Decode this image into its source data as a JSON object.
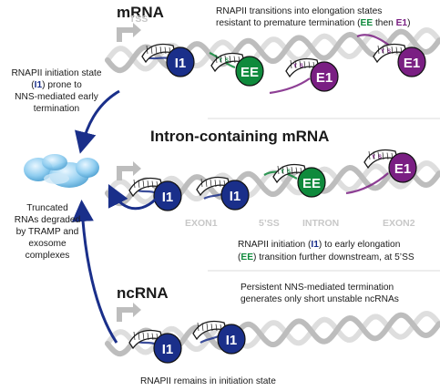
{
  "sections": {
    "mrna": {
      "title": "mRNA",
      "caption_line1": "RNAPII transitions into elongation states",
      "caption_line2_pre": "resistant to premature termination (",
      "caption_ee": "EE",
      "caption_mid": " then ",
      "caption_e1": "E1",
      "caption_post": ")"
    },
    "intron": {
      "title": "Intron-containing mRNA",
      "caption_l1_pre": "RNAPII initiation (",
      "caption_i1": "I1",
      "caption_l1_post": ") to early elongation",
      "caption_l2_pre": "(",
      "caption_ee": "EE",
      "caption_l2_post": ") transition further downstream,  at 5’SS",
      "exon1": "EXON1",
      "ss5": "5’SS",
      "intron_label": "INTRON",
      "exon2": "EXON2"
    },
    "ncrna": {
      "title": "ncRNA",
      "caption_line1": "Persistent NNS-mediated termination",
      "caption_line2": "generates only short unstable ncRNAs",
      "bottom_caption": "RNAPII remains in initiation state"
    }
  },
  "left": {
    "initiation_l1": "RNAPII initiation state",
    "initiation_l2_pre": "(",
    "initiation_i1": "I1",
    "initiation_l2_post": ") prone to",
    "initiation_l3": "NNS-mediated early",
    "initiation_l4": "termination",
    "truncated_l1": "Truncated",
    "truncated_l2": "RNAs degraded",
    "truncated_l3": "by TRAMP and",
    "truncated_l4": "exosome",
    "truncated_l5": "complexes"
  },
  "tss_label": "TSS",
  "polymerase_labels": {
    "i1": "I1",
    "ee": "EE",
    "e1": "E1"
  },
  "ctd_marks": {
    "y": "Y",
    "s": "S"
  },
  "colors": {
    "i1": "#1a2f8a",
    "ee": "#0f8a3c",
    "e1": "#7a1f83",
    "dna": "#bdbdbd",
    "arrow": "#1a2f8a",
    "exosome": "#7fc1e8"
  }
}
